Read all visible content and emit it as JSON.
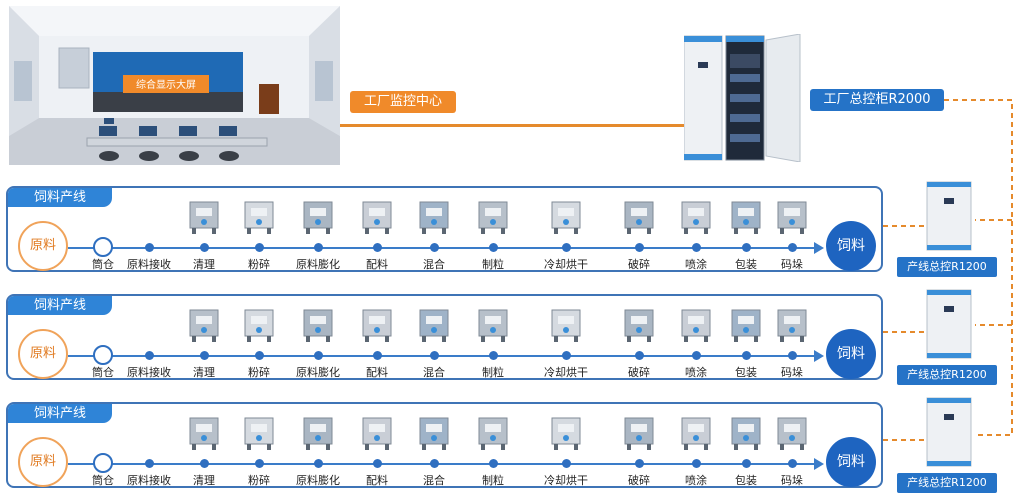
{
  "control_room": {
    "screen_label": "综合显示大屏",
    "center_label": "工厂监控中心"
  },
  "main_cabinet": {
    "label": "工厂总控柜R2000"
  },
  "lines": [
    {
      "title": "饲料产线",
      "raw": "原料",
      "product": "饲料",
      "cabinet_label": "产线总控R1200"
    },
    {
      "title": "饲料产线",
      "raw": "原料",
      "product": "饲料",
      "cabinet_label": "产线总控R1200"
    },
    {
      "title": "饲料产线",
      "raw": "原料",
      "product": "饲料",
      "cabinet_label": "产线总控R1200"
    }
  ],
  "steps": [
    "筒仓",
    "原料接收",
    "清理",
    "粉碎",
    "原料膨化",
    "配料",
    "混合",
    "制粒",
    "冷却烘干",
    "破碎",
    "喷涂",
    "包装",
    "码垛"
  ],
  "colors": {
    "accent_blue": "#2573c7",
    "orange": "#f08a2a",
    "line_border": "#3f74b6"
  }
}
